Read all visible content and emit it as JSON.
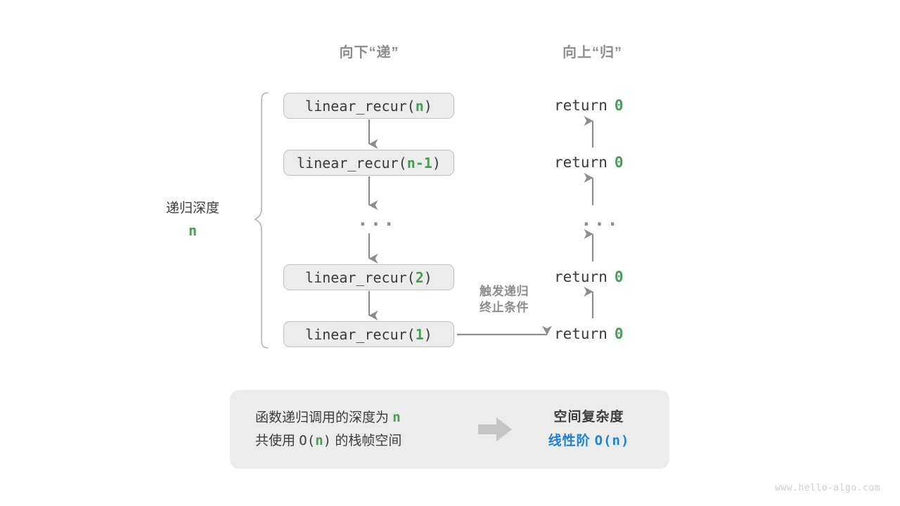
{
  "headers": {
    "down": "向下“递”",
    "up": "向上“归”"
  },
  "colors": {
    "accent_green": "#4b9a58",
    "accent_blue": "#2081d2",
    "box_fill": "#ececec",
    "box_border": "#c2c2c2",
    "arrow_gray": "#8d8d8d",
    "text_dark": "#3d3d3d"
  },
  "call_stack": [
    {
      "prefix": "linear_recur(",
      "arg": "n",
      "suffix": ")"
    },
    {
      "prefix": "linear_recur(",
      "arg": "n-1",
      "suffix": ")"
    },
    {
      "prefix": "linear_recur(",
      "arg": "2",
      "suffix": ")"
    },
    {
      "prefix": "linear_recur(",
      "arg": "1",
      "suffix": ")"
    }
  ],
  "ellipsis": "...",
  "returns": [
    {
      "keyword": "return",
      "value": "0"
    },
    {
      "keyword": "return",
      "value": "0"
    },
    {
      "keyword": "return",
      "value": "0"
    },
    {
      "keyword": "return",
      "value": "0"
    }
  ],
  "depth": {
    "label": "递归深度",
    "variable": "n"
  },
  "trigger_note": {
    "line1": "触发递归",
    "line2": "终止条件"
  },
  "summary": {
    "left_line1_pre": "函数递归调用的深度为",
    "left_line1_var": "n",
    "left_line2_pre": "共使用",
    "left_line2_expr_open": "O(",
    "left_line2_var": "n",
    "left_line2_expr_close": ")",
    "left_line2_post": "的栈帧空间",
    "arrow_icon": "block-arrow-right",
    "right_title": "空间复杂度",
    "right_value_label": "线性阶",
    "right_value_expr": "O(n)"
  },
  "watermark": "www.hello-algo.com"
}
